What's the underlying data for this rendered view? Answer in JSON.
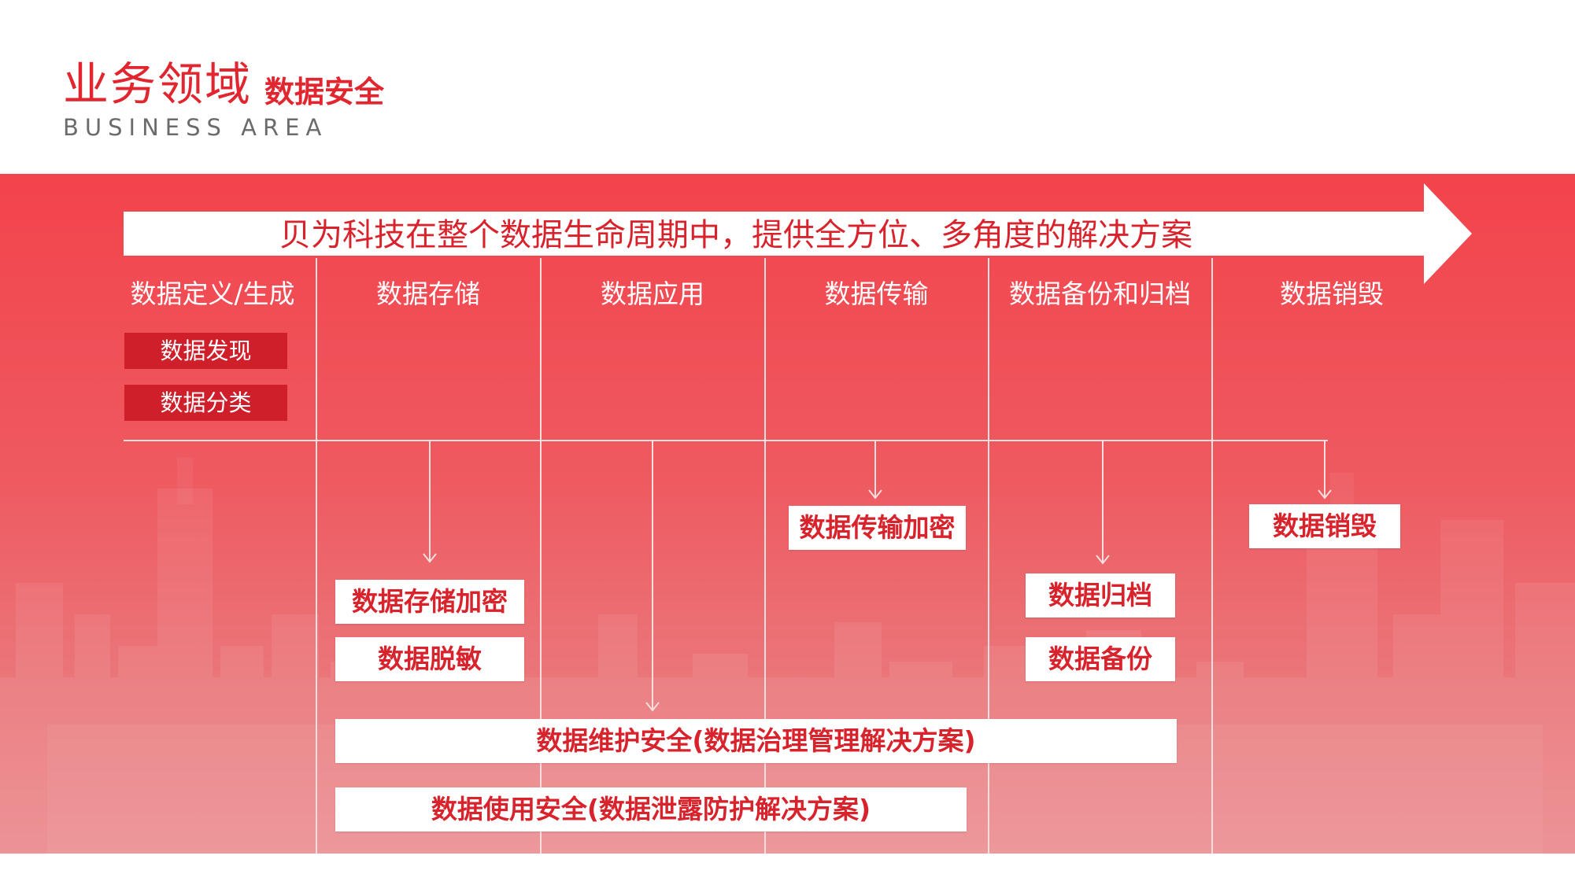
{
  "header": {
    "title": "业务领域",
    "subtitle": "数据安全",
    "english": "BUSINESS AREA"
  },
  "banner": {
    "statement": "贝为科技在整个数据生命周期中，提供全方位、多角度的解决方案"
  },
  "phases": [
    "数据定义/生成",
    "数据存储",
    "数据应用",
    "数据传输",
    "数据备份和归档",
    "数据销毁"
  ],
  "tags": {
    "discovery": "数据发现",
    "classification": "数据分类"
  },
  "solutions": {
    "storage_encryption": "数据存储加密",
    "masking": "数据脱敏",
    "transfer_encryption": "数据传输加密",
    "archive": "数据归档",
    "backup": "数据备份",
    "destruction": "数据销毁",
    "maintenance": "数据维护安全(数据治理管理解决方案)",
    "usage": "数据使用安全(数据泄露防护解决方案)"
  },
  "colors": {
    "brand_red": "#e1262f",
    "tag_red": "#cf1f2a",
    "line": "#fbdede"
  }
}
